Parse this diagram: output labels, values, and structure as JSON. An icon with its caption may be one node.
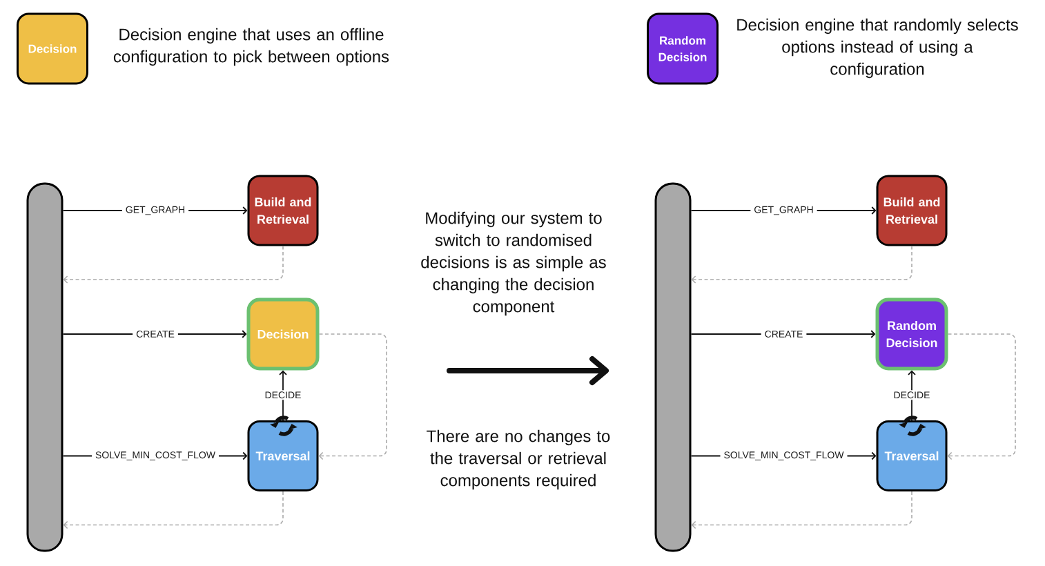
{
  "diagram": {
    "nodes": [
      {
        "text": [
          "Decision"
        ],
        "beside": [
          "Decision engine that uses an offline configuration to pick between options"
        ]
      },
      {
        "text": [
          "Random Decision"
        ],
        "beside": [
          "Decision engine that randomly selects options instead of using a configuration"
        ]
      },
      {
        "text": [],
        "shape": "bar"
      },
      {
        "text": [
          "Build and Retrieval"
        ]
      },
      {
        "text": [
          "Decision"
        ]
      },
      {
        "text": [
          "Traversal"
        ]
      },
      {
        "text": [],
        "shape": "bar"
      },
      {
        "text": [
          "Build and Retrieval"
        ]
      },
      {
        "text": [
          "Random Decision"
        ]
      },
      {
        "text": [
          "Traversal"
        ]
      }
    ],
    "edges": [
      {
        "from": 2,
        "to": 3,
        "arrow": "to",
        "label": "GET_GRAPH"
      },
      {
        "from": 3,
        "to": 2,
        "arrow": "to",
        "style": "dashed",
        "color": "#aaaaaa"
      },
      {
        "from": 2,
        "to": 4,
        "arrow": "to",
        "label": "CREATE"
      },
      {
        "from": 5,
        "to": 4,
        "arrow": "to",
        "label": "DECIDE"
      },
      {
        "from": 4,
        "to": 5,
        "arrow": "to",
        "style": "dashed",
        "color": "#aaaaaa"
      },
      {
        "from": 2,
        "to": 5,
        "arrow": "to",
        "label": "SOLVE_MIN_COST_FLOW"
      },
      {
        "from": 5,
        "to": 2,
        "arrow": "to",
        "style": "dashed",
        "color": "#aaaaaa"
      },
      {
        "from": 6,
        "to": 7,
        "arrow": "to",
        "label": "GET_GRAPH"
      },
      {
        "from": 7,
        "to": 6,
        "arrow": "to",
        "style": "dashed",
        "color": "#aaaaaa"
      },
      {
        "from": 6,
        "to": 8,
        "arrow": "to",
        "label": "CREATE"
      },
      {
        "from": 9,
        "to": 8,
        "arrow": "to",
        "label": "DECIDE"
      },
      {
        "from": 8,
        "to": 9,
        "arrow": "to",
        "style": "dashed",
        "color": "#aaaaaa"
      },
      {
        "from": 6,
        "to": 9,
        "arrow": "to",
        "label": "SOLVE_MIN_COST_FLOW"
      },
      {
        "from": 9,
        "to": 6,
        "arrow": "to",
        "style": "dashed",
        "color": "#aaaaaa"
      }
    ],
    "labels": [
      "Modifying our system to switch to randomised decisions is as simple as changing the decision component",
      "There are no changes to the traversal or retrieval components required"
    ]
  }
}
